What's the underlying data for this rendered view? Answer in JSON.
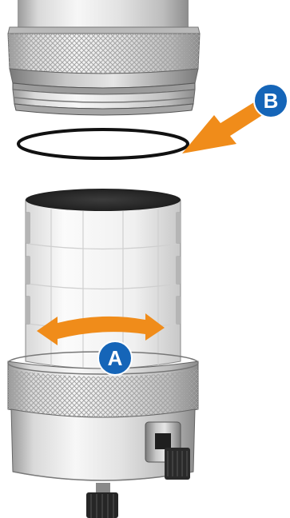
{
  "labels": {
    "a": "A",
    "b": "B"
  },
  "colors": {
    "arrow": "#f08c1a",
    "badge": "#1565b8",
    "badge_text": "#ffffff",
    "metal_light": "#f2f2f2",
    "metal_mid": "#c9c9c9",
    "metal_dark": "#8a8a8a",
    "oring": "#111111"
  },
  "icons": {
    "arrow_a": "double-headed-curved-arrow",
    "arrow_b": "straight-arrow"
  }
}
